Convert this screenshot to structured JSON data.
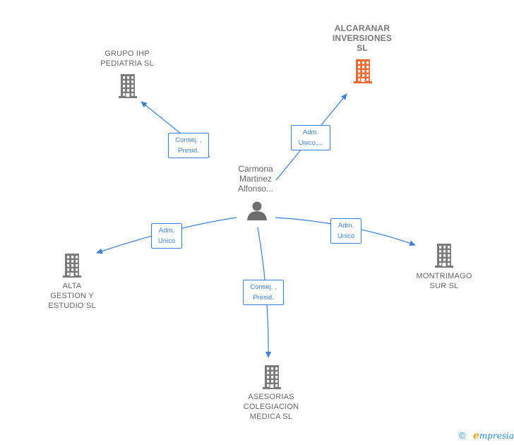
{
  "center": {
    "name_lines": [
      "Carmona",
      "Martinez",
      "Alfonso..."
    ]
  },
  "nodes": [
    {
      "id": "grupo-ihp",
      "label": "GRUPO IHP\nPEDIATRIA  SL",
      "highlight": false
    },
    {
      "id": "alcaranar",
      "label": "ALCARANAR\nINVERSIONES\nSL",
      "highlight": true
    },
    {
      "id": "alta-gestion",
      "label": "ALTA\nGESTION Y\nESTUDIO  SL",
      "highlight": false
    },
    {
      "id": "montrimago",
      "label": "MONTRIMAGO\nSUR  SL",
      "highlight": false
    },
    {
      "id": "asesorias",
      "label": "ASESORIAS\nCOLEGIACION\nMEDICA SL",
      "highlight": false
    }
  ],
  "edges": [
    {
      "to": "grupo-ihp",
      "role": "Consej. ,\nPresid."
    },
    {
      "to": "alcaranar",
      "role": "Adm.\nUnico,..."
    },
    {
      "to": "alta-gestion",
      "role": "Adm.\nUnico"
    },
    {
      "to": "montrimago",
      "role": "Adm.\nUnico"
    },
    {
      "to": "asesorias",
      "role": "Consej. ,\nPresid."
    }
  ],
  "colors": {
    "edge": "#3d7fd6",
    "building": "#7a7a7a",
    "building_highlight": "#f06a35",
    "person": "#6e6e6e"
  },
  "footer": {
    "copyright_symbol": "©",
    "brand_initial": "e",
    "brand_rest": "mpresia"
  }
}
